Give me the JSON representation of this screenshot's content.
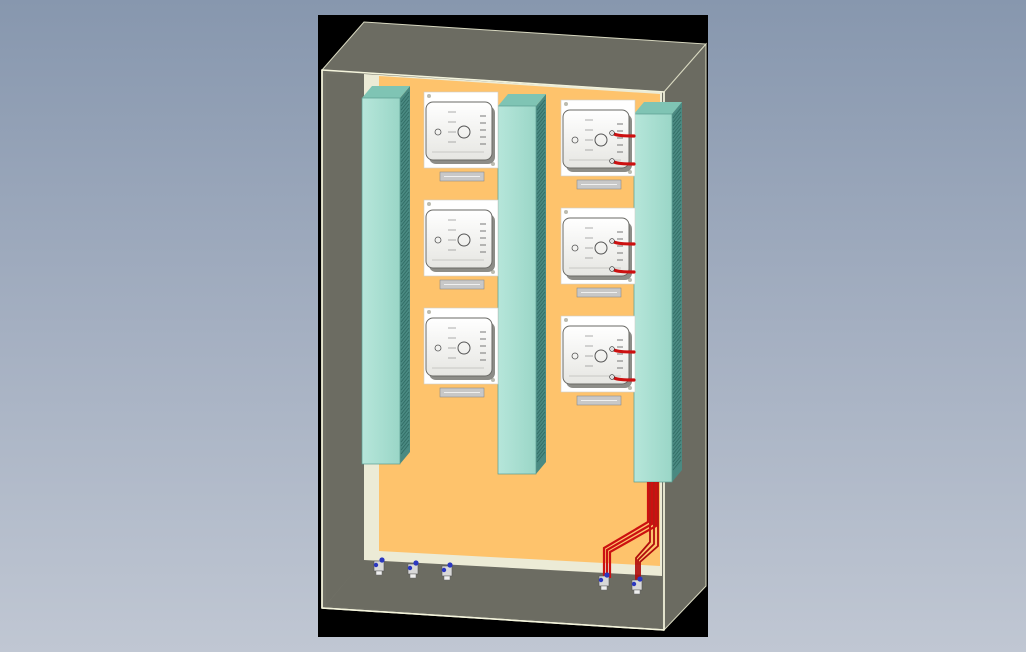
{
  "viewport": {
    "background_top": "#8797ae",
    "background_bottom": "#c0c7d3"
  },
  "model": {
    "description_visible": false,
    "cabinet_color": "#6c6c62",
    "cabinet_edge_color": "#f4f4dc",
    "backplate_color": "#fec36c",
    "backplate_frame_color": "#ecebd6",
    "duct_color": "#a6ddcf",
    "duct_dark_color": "#4a8a82",
    "module_color": "#f6f6f4",
    "wire_color": "#cc1010",
    "fitting_color": "#2b37c0",
    "module_columns": 2,
    "modules_per_column": 3,
    "wire_ducts": 3,
    "bottom_fittings": 5
  }
}
